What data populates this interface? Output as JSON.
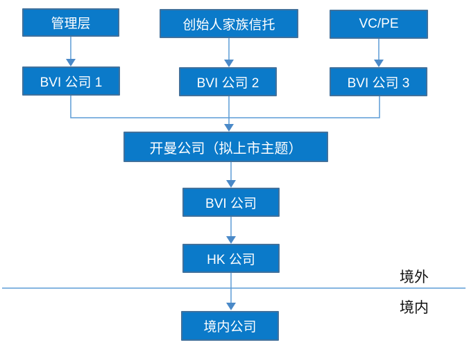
{
  "colors": {
    "box-fill": "#0b7ac9",
    "box-border": "#41719c",
    "box-text": "#ffffff",
    "connector": "#5b9bd5",
    "connector-head": "#4a89c8",
    "divider": "#5b9bd5",
    "label-text": "#111111"
  },
  "diagram": {
    "type": "org-structure-flowchart",
    "nodes": [
      {
        "id": "management",
        "label": "管理层"
      },
      {
        "id": "founder-trust",
        "label": "创始人家族信托"
      },
      {
        "id": "vc-pe",
        "label": "VC/PE"
      },
      {
        "id": "bvi-1",
        "label": "BVI 公司 1"
      },
      {
        "id": "bvi-2",
        "label": "BVI 公司 2"
      },
      {
        "id": "bvi-3",
        "label": "BVI 公司 3"
      },
      {
        "id": "cayman",
        "label": "开曼公司（拟上市主题）"
      },
      {
        "id": "bvi-mid",
        "label": "BVI 公司"
      },
      {
        "id": "hk",
        "label": "HK 公司"
      },
      {
        "id": "domestic",
        "label": "境内公司"
      }
    ],
    "edges": [
      {
        "from": "management",
        "to": "bvi-1"
      },
      {
        "from": "founder-trust",
        "to": "bvi-2"
      },
      {
        "from": "vc-pe",
        "to": "bvi-3"
      },
      {
        "from": "bvi-1",
        "to": "cayman"
      },
      {
        "from": "bvi-2",
        "to": "cayman"
      },
      {
        "from": "bvi-3",
        "to": "cayman"
      },
      {
        "from": "cayman",
        "to": "bvi-mid"
      },
      {
        "from": "bvi-mid",
        "to": "hk"
      },
      {
        "from": "hk",
        "to": "domestic"
      }
    ],
    "regions": {
      "offshore": "境外",
      "onshore": "境内"
    }
  }
}
